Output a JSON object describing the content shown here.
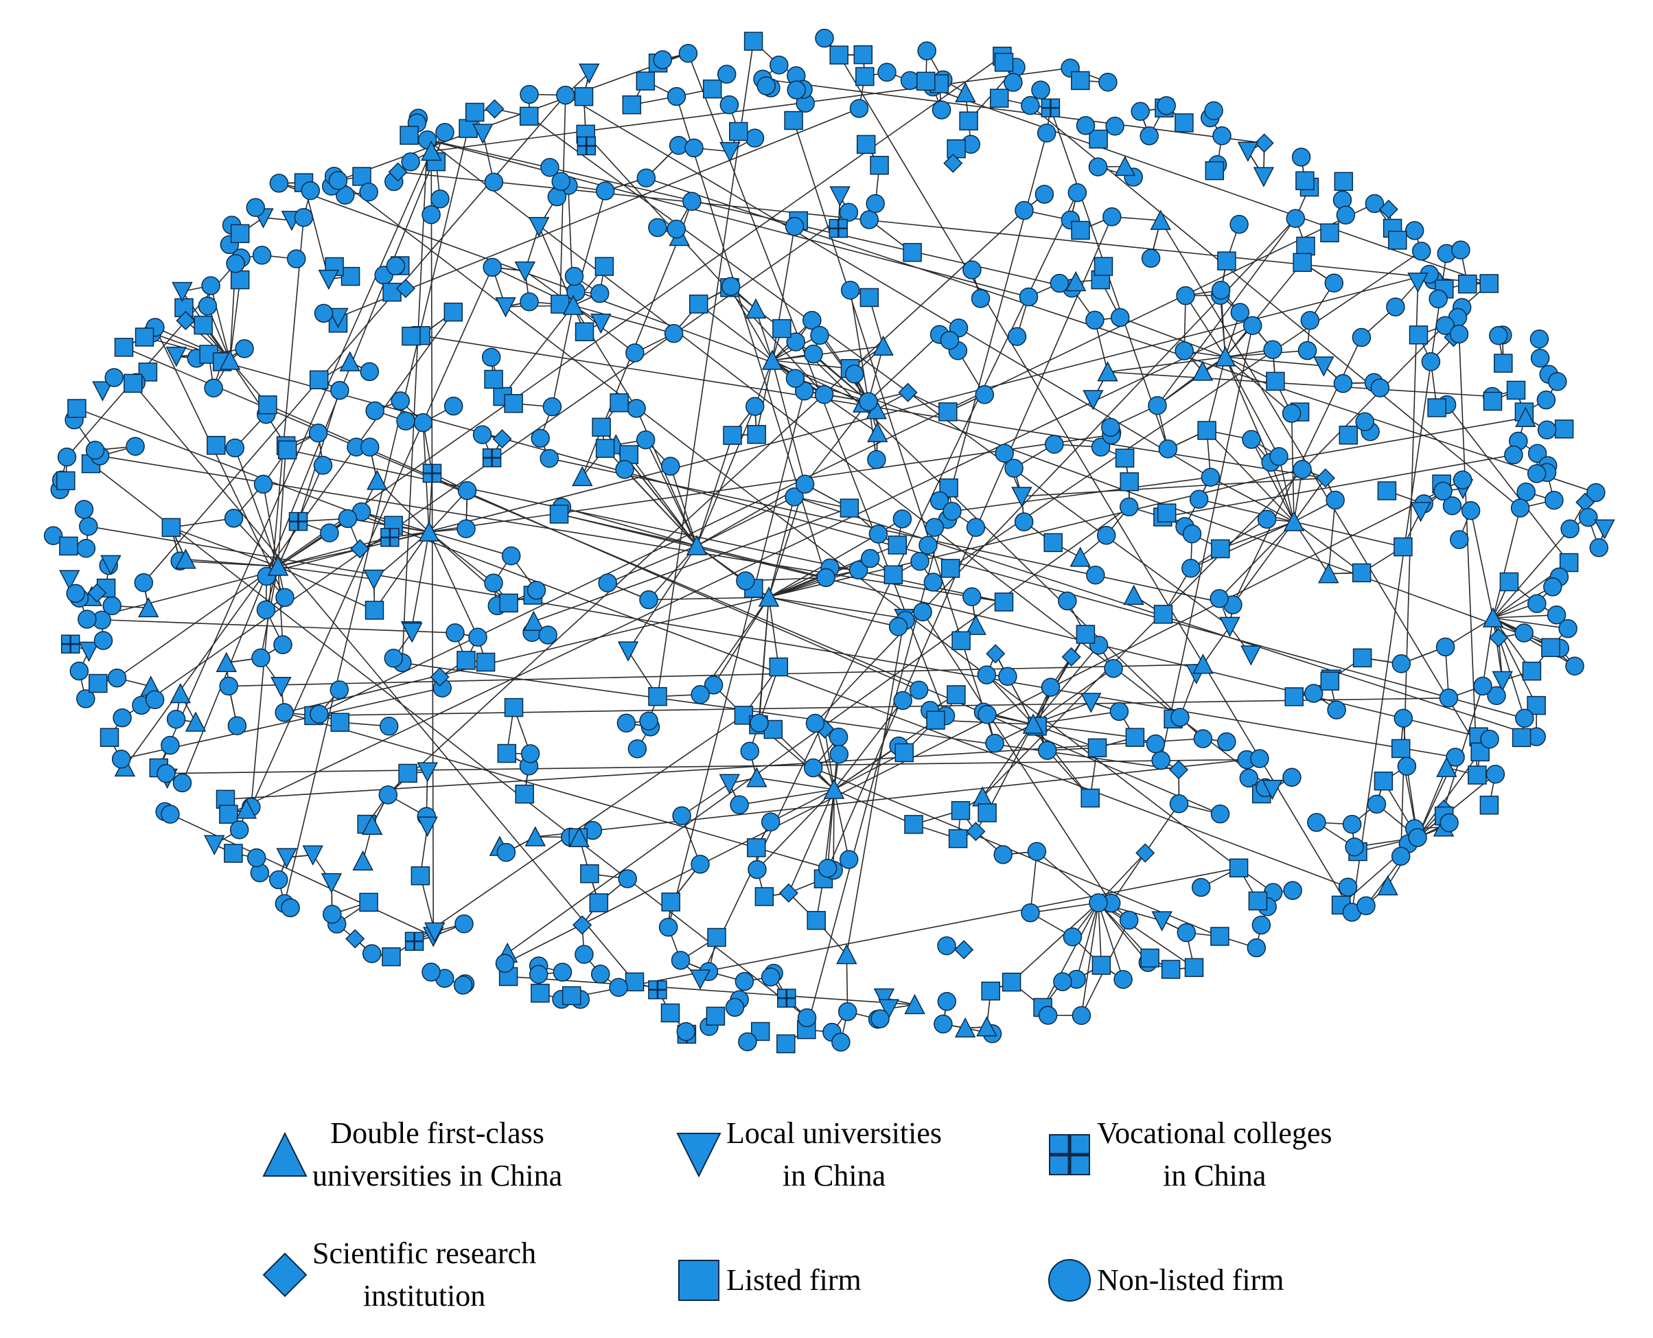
{
  "colors": {
    "node_fill": "#1E8FE0",
    "node_stroke": "#0A2A4A",
    "edge": "#2b2b2b"
  },
  "node_types": {
    "double_first_class": {
      "label": "Double first-class\nuniversities in China",
      "icon": "triangle-up-icon"
    },
    "local_university": {
      "label": "Local universities\nin China",
      "icon": "triangle-down-icon"
    },
    "vocational_college": {
      "label": "Vocational colleges\nin China",
      "icon": "square-cross-icon"
    },
    "research_institution": {
      "label": "Scientific research\ninstitution",
      "icon": "diamond-icon"
    },
    "listed_firm": {
      "label": "Listed firm",
      "icon": "square-icon"
    },
    "non_listed_firm": {
      "label": "Non-listed firm",
      "icon": "circle-icon"
    }
  }
}
